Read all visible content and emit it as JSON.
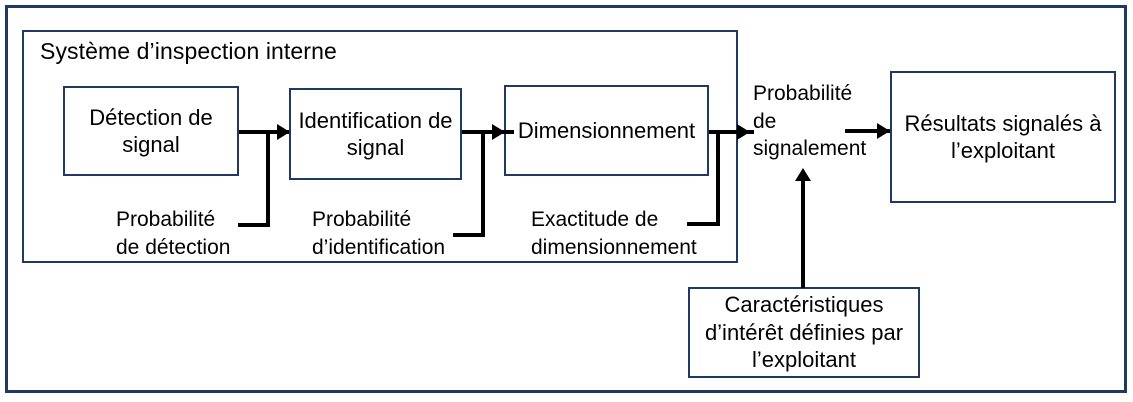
{
  "diagram": {
    "title_outer": "",
    "inner_system": {
      "title": "Système d’inspection interne"
    },
    "boxes": {
      "detection": "Détection de signal",
      "identification": "Identification de signal",
      "dimensionnement": "Dimensionnement",
      "resultats": "Résultats signalés à l’exploitant",
      "caracteristiques": "Caractéristiques d’intérêt définies par l’exploitant"
    },
    "labels": {
      "prob_detection": "Probabilité\nde détection",
      "prob_identification": "Probabilité\nd’identification",
      "exactitude": "Exactitude de\ndimensionnement",
      "prob_signalement": "Probabilité\nde\nsignalement"
    },
    "colors": {
      "border": "#1F3864",
      "connector": "#000000",
      "background": "#FFFFFF",
      "text": "#000000"
    }
  }
}
